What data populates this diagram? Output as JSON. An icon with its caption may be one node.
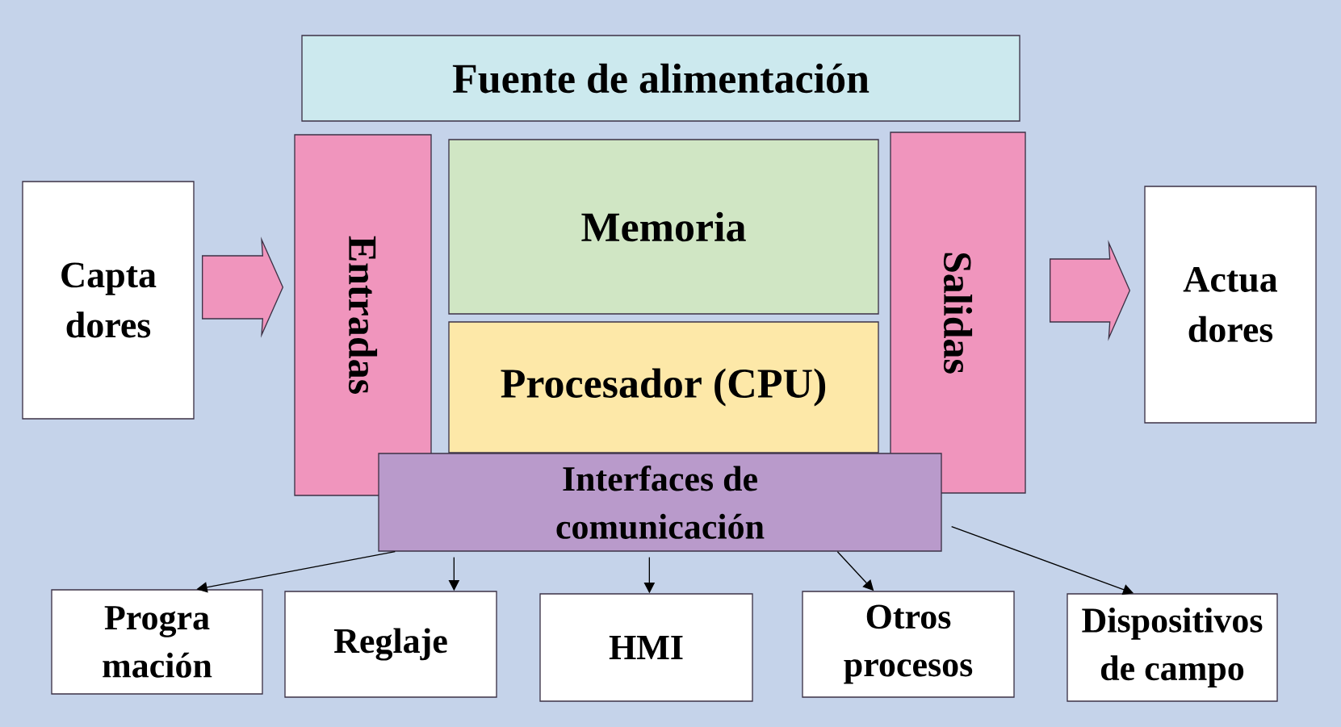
{
  "diagram": {
    "nodes": [
      {
        "text": [
          "Fuente de alimentación"
        ]
      },
      {
        "text": [
          "Capta dores"
        ]
      },
      {
        "text": [
          "Entradas"
        ]
      },
      {
        "text": [
          "Memoria"
        ]
      },
      {
        "text": [
          "Salidas"
        ]
      },
      {
        "text": [
          "Actua dores"
        ]
      },
      {
        "text": [
          "Procesador (CPU)"
        ]
      },
      {
        "text": [
          "Interfaces de comunicación"
        ]
      },
      {
        "text": [
          "Progra mación"
        ]
      },
      {
        "text": [
          "Reglaje"
        ]
      },
      {
        "text": [
          "HMI"
        ]
      },
      {
        "text": [
          "Otros procesos"
        ]
      },
      {
        "text": [
          "Dispositivos de campo"
        ]
      }
    ],
    "edges": [
      {
        "from": 1,
        "to": 2,
        "arrow": "to",
        "style": "thick",
        "color": "#f095bd"
      },
      {
        "from": 4,
        "to": 5,
        "arrow": "to",
        "style": "thick",
        "color": "#f095bd"
      },
      {
        "from": 7,
        "to": 8,
        "arrow": "to"
      },
      {
        "from": 7,
        "to": 9,
        "arrow": "to"
      },
      {
        "from": 7,
        "to": 10,
        "arrow": "to"
      },
      {
        "from": 7,
        "to": 11,
        "arrow": "to"
      },
      {
        "from": 7,
        "to": 12,
        "arrow": "to"
      }
    ]
  }
}
